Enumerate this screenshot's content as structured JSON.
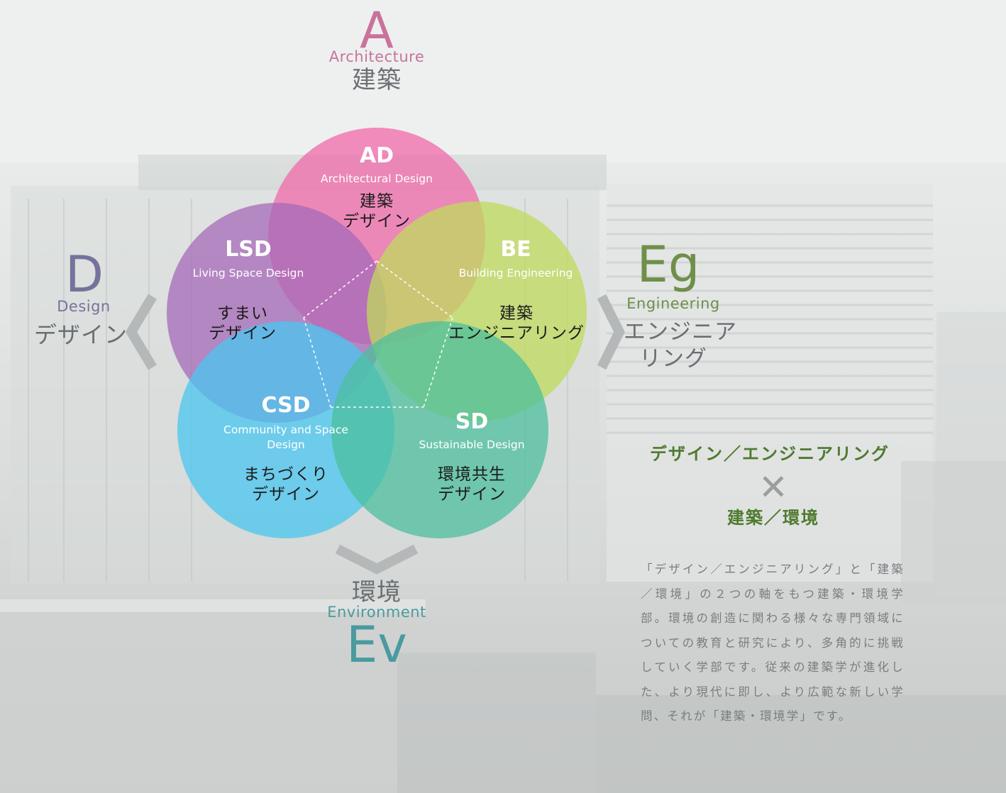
{
  "axes": {
    "top": {
      "letter": "A",
      "english": "Architecture",
      "japanese": "建築",
      "color": "#c9739c"
    },
    "left": {
      "letter": "D",
      "english": "Design",
      "japanese": "デザイン",
      "color": "#74739c"
    },
    "right": {
      "letter": "Eg",
      "english": "Engineering",
      "japanese_line1": "エンジニア",
      "japanese_line2": "リング",
      "color": "#6f8f4a"
    },
    "bottom": {
      "letter": "Ev",
      "english": "Environment",
      "japanese": "環境",
      "color": "#4a9a9f"
    }
  },
  "circles": [
    {
      "id": "AD",
      "english": "Architectural Design",
      "japanese_line1": "建築",
      "japanese_line2": "デザイン",
      "color": "#f06aaa"
    },
    {
      "id": "LSD",
      "english": "Living Space Design",
      "japanese_line1": "すまい",
      "japanese_line2": "デザイン",
      "color": "#a66ab8"
    },
    {
      "id": "BE",
      "english": "Building Engineering",
      "japanese_line1": "建築",
      "japanese_line2": "エンジニアリング",
      "color": "#bfdb5c"
    },
    {
      "id": "CSD",
      "english_line1": "Community and Space",
      "english_line2": "Design",
      "japanese_line1": "まちづくり",
      "japanese_line2": "デザイン",
      "color": "#49c6f0"
    },
    {
      "id": "SD",
      "english": "Sustainable Design",
      "japanese_line1": "環境共生",
      "japanese_line2": "デザイン",
      "color": "#4cbf9e"
    }
  ],
  "headline": {
    "line1": "デザイン／エンジニアリング",
    "cross": "✕",
    "line2": "建築／環境"
  },
  "description": "「デザイン／エンジニアリング」と「建築／環境」の２つの軸をもつ建築・環境学部。環境の創造に関わる様々な専門領域についての教育と研究により、多角的に挑戦していく学部です。従来の建築学が進化した、より現代に即し、より広範な新しい学問、それが「建築・環境学」です。"
}
